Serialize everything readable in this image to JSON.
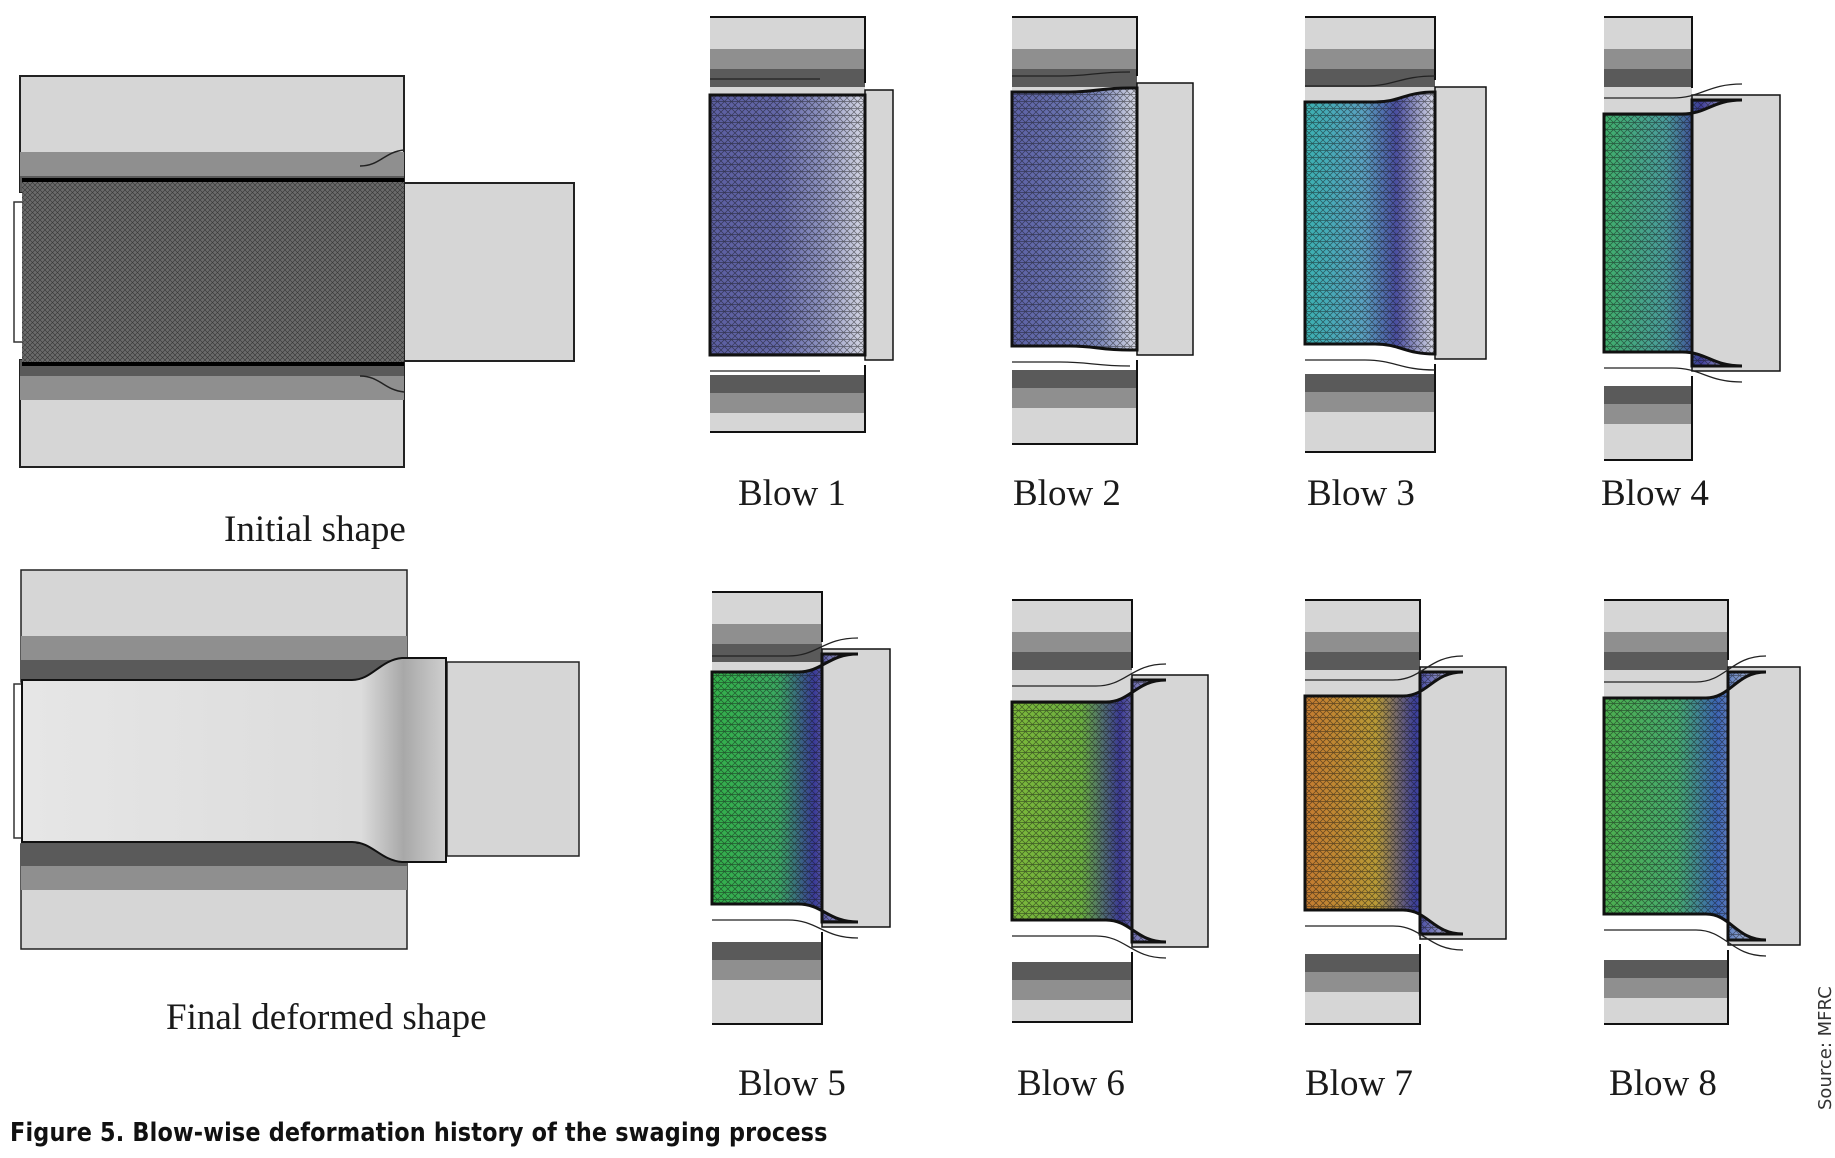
{
  "figure": {
    "caption": "Figure 5. Blow-wise deformation history of the swaging process",
    "source": "Source: MFRC"
  },
  "shapes": {
    "initial_label": "Initial shape",
    "final_label": "Final deformed shape"
  },
  "blows": [
    {
      "label": "Blow 1",
      "colors": [
        "#5b5ea0",
        "#6468a8",
        "#8a8fbe",
        "#d6d8e4"
      ]
    },
    {
      "label": "Blow 2",
      "colors": [
        "#5c61a4",
        "#6a74b0",
        "#7c87b9",
        "#d7d9e5"
      ]
    },
    {
      "label": "Blow 3",
      "colors": [
        "#3ab0b0",
        "#5aa0c0",
        "#4a4ea0",
        "#d8dae6"
      ]
    },
    {
      "label": "Blow 4",
      "colors": [
        "#3fae6a",
        "#4a9c9c",
        "#3e3c98",
        "#d8dae6"
      ]
    },
    {
      "label": "Blow 5",
      "colors": [
        "#33b04a",
        "#3aa860",
        "#3a3a98",
        "#d8dae6"
      ]
    },
    {
      "label": "Blow 6",
      "colors": [
        "#7cb83a",
        "#6aae40",
        "#3c3a96",
        "#d8dae6"
      ]
    },
    {
      "label": "Blow 7",
      "colors": [
        "#c47a30",
        "#b89a36",
        "#3a3e9c",
        "#d8dae6"
      ]
    },
    {
      "label": "Blow 8",
      "colors": [
        "#4caf4e",
        "#46aa6e",
        "#3c64b4",
        "#d8dae6"
      ]
    }
  ]
}
